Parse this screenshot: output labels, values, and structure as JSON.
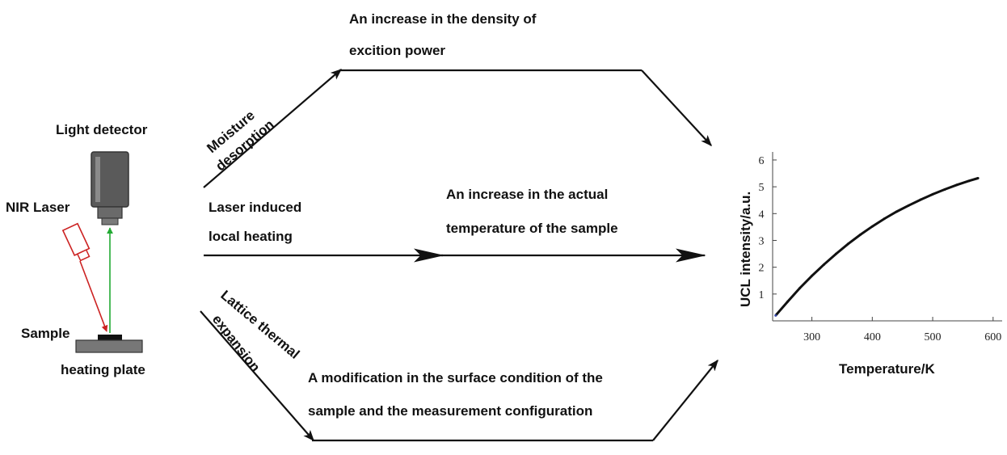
{
  "setup": {
    "light_detector": "Light detector",
    "nir_laser": "NIR Laser",
    "sample": "Sample",
    "heating_plate": "heating plate"
  },
  "paths": {
    "top_line1": "Moisture",
    "top_line2": "desorption",
    "top_result_line1": "An increase in the density of",
    "top_result_line2": "excition power",
    "mid_line1": "Laser induced",
    "mid_line2": "local  heating",
    "mid_result_line1": "An increase in the actual",
    "mid_result_line2": "temperature of the sample",
    "bot_line1": "Lattice thermal",
    "bot_line2": "expansion",
    "bot_result_line1": "A modification in the surface condition of the",
    "bot_result_line2": "sample and the measurement configuration"
  },
  "colors": {
    "laser_red": "#cc2222",
    "signal_green": "#22aa33",
    "detector_gray": "#5a5a5a",
    "curve": "#111111"
  },
  "chart_data": {
    "type": "line",
    "xlabel": "Temperature/K",
    "ylabel": "UCL intensity/a.u.",
    "xlim": [
      235,
      615
    ],
    "ylim": [
      0,
      6.3
    ],
    "xticks": [
      300,
      400,
      500,
      600
    ],
    "yticks": [
      1,
      2,
      3,
      4,
      5,
      6
    ],
    "x": [
      240,
      260,
      280,
      300,
      320,
      340,
      360,
      380,
      400,
      420,
      440,
      460,
      480,
      500,
      520,
      540,
      560,
      575
    ],
    "y": [
      0.2,
      0.72,
      1.22,
      1.68,
      2.1,
      2.5,
      2.87,
      3.21,
      3.52,
      3.81,
      4.07,
      4.3,
      4.52,
      4.72,
      4.9,
      5.07,
      5.22,
      5.32
    ],
    "grid": false
  }
}
